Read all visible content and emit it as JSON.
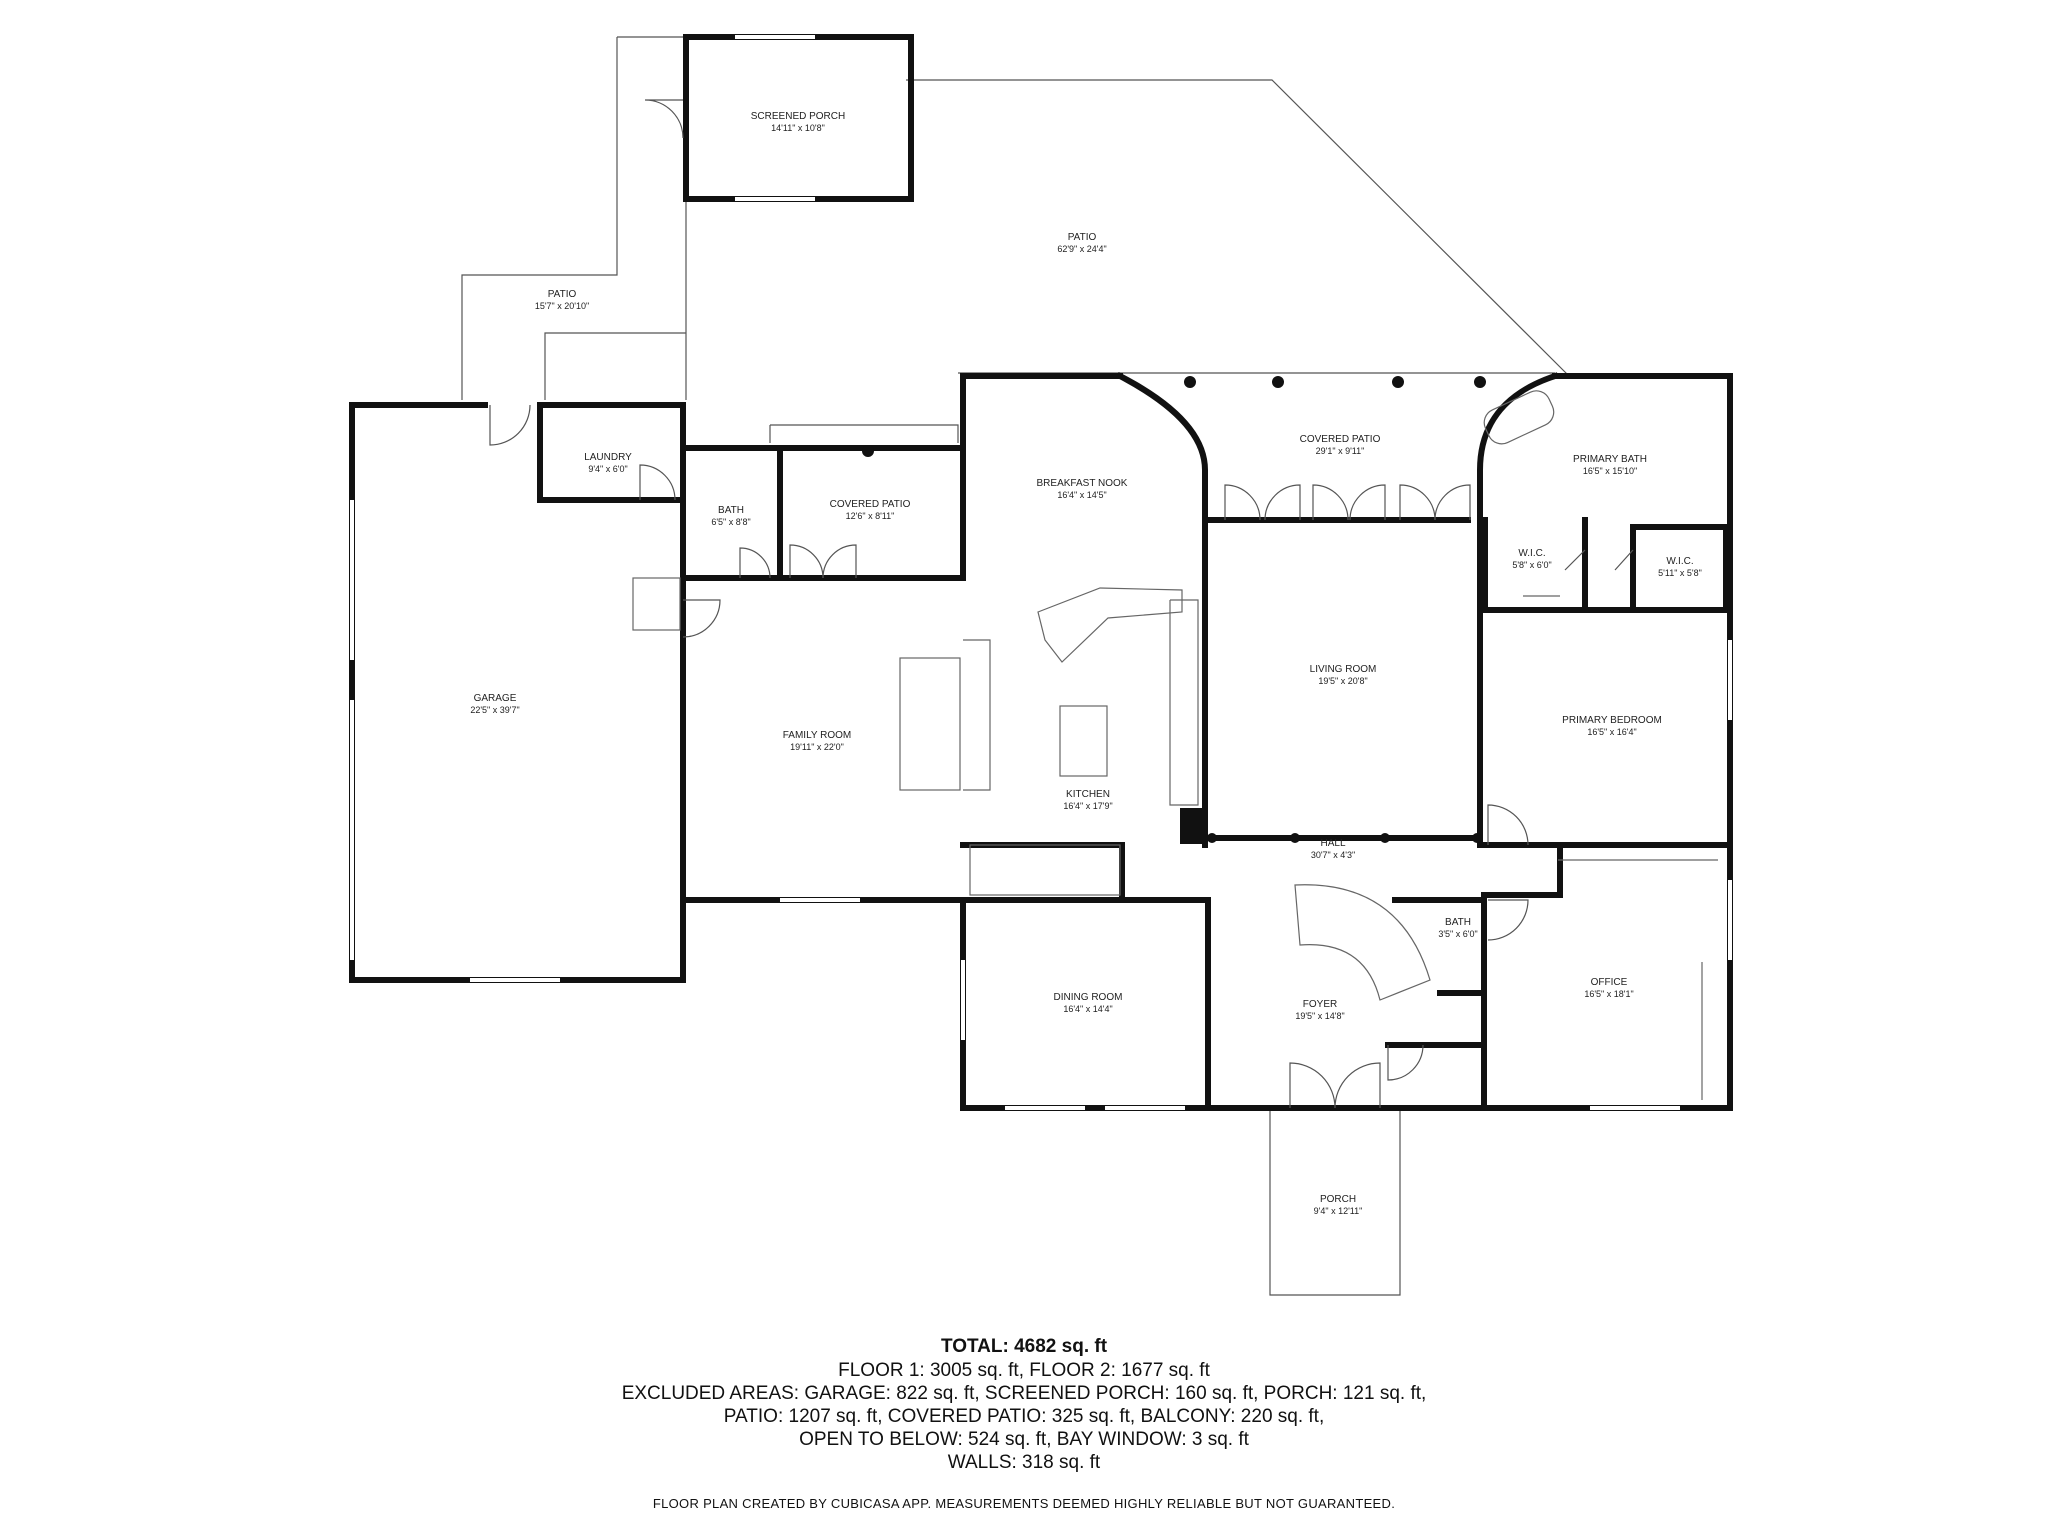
{
  "rooms": [
    {
      "id": "screened-porch",
      "name": "SCREENED PORCH",
      "dims": "14'11\" x 10'8\""
    },
    {
      "id": "patio-main",
      "name": "PATIO",
      "dims": "62'9\" x 24'4\""
    },
    {
      "id": "patio-side",
      "name": "PATIO",
      "dims": "15'7\" x 20'10\""
    },
    {
      "id": "laundry",
      "name": "LAUNDRY",
      "dims": "9'4\" x 6'0\""
    },
    {
      "id": "bath-1",
      "name": "BATH",
      "dims": "6'5\" x 8'8\""
    },
    {
      "id": "covered-patio-1",
      "name": "COVERED PATIO",
      "dims": "12'6\" x 8'11\""
    },
    {
      "id": "breakfast-nook",
      "name": "BREAKFAST NOOK",
      "dims": "16'4\" x 14'5\""
    },
    {
      "id": "covered-patio-2",
      "name": "COVERED PATIO",
      "dims": "29'1\" x 9'11\""
    },
    {
      "id": "primary-bath",
      "name": "PRIMARY BATH",
      "dims": "16'5\" x 15'10\""
    },
    {
      "id": "wic-1",
      "name": "W.I.C.",
      "dims": "5'8\" x 6'0\""
    },
    {
      "id": "wic-2",
      "name": "W.I.C.",
      "dims": "5'11\" x 5'8\""
    },
    {
      "id": "garage",
      "name": "GARAGE",
      "dims": "22'5\" x 39'7\""
    },
    {
      "id": "family-room",
      "name": "FAMILY ROOM",
      "dims": "19'11\" x 22'0\""
    },
    {
      "id": "living-room",
      "name": "LIVING ROOM",
      "dims": "19'5\" x 20'8\""
    },
    {
      "id": "primary-bedroom",
      "name": "PRIMARY BEDROOM",
      "dims": "16'5\" x 16'4\""
    },
    {
      "id": "kitchen",
      "name": "KITCHEN",
      "dims": "16'4\" x 17'9\""
    },
    {
      "id": "hall",
      "name": "HALL",
      "dims": "30'7\" x 4'3\""
    },
    {
      "id": "bath-2",
      "name": "BATH",
      "dims": "3'5\" x 6'0\""
    },
    {
      "id": "dining-room",
      "name": "DINING ROOM",
      "dims": "16'4\" x 14'4\""
    },
    {
      "id": "foyer",
      "name": "FOYER",
      "dims": "19'5\" x 14'8\""
    },
    {
      "id": "office",
      "name": "OFFICE",
      "dims": "16'5\" x 18'1\""
    },
    {
      "id": "porch",
      "name": "PORCH",
      "dims": "9'4\" x 12'11\""
    }
  ],
  "summary": {
    "total": "TOTAL: 4682 sq. ft",
    "lines": [
      "FLOOR 1: 3005 sq. ft, FLOOR 2: 1677 sq. ft",
      "EXCLUDED AREAS: GARAGE: 822 sq. ft, SCREENED PORCH: 160 sq. ft, PORCH: 121 sq. ft,",
      "PATIO: 1207 sq. ft, COVERED PATIO: 325 sq. ft, BALCONY: 220 sq. ft,",
      "OPEN TO BELOW: 524 sq. ft, BAY WINDOW: 3 sq. ft",
      "WALLS: 318 sq. ft"
    ]
  },
  "footer": "FLOOR PLAN CREATED BY CUBICASA APP. MEASUREMENTS DEEMED HIGHLY RELIABLE BUT NOT GUARANTEED.",
  "colors": {
    "wall": "#111111",
    "thin": "#555555",
    "window": "#888888",
    "text": "#222222"
  }
}
